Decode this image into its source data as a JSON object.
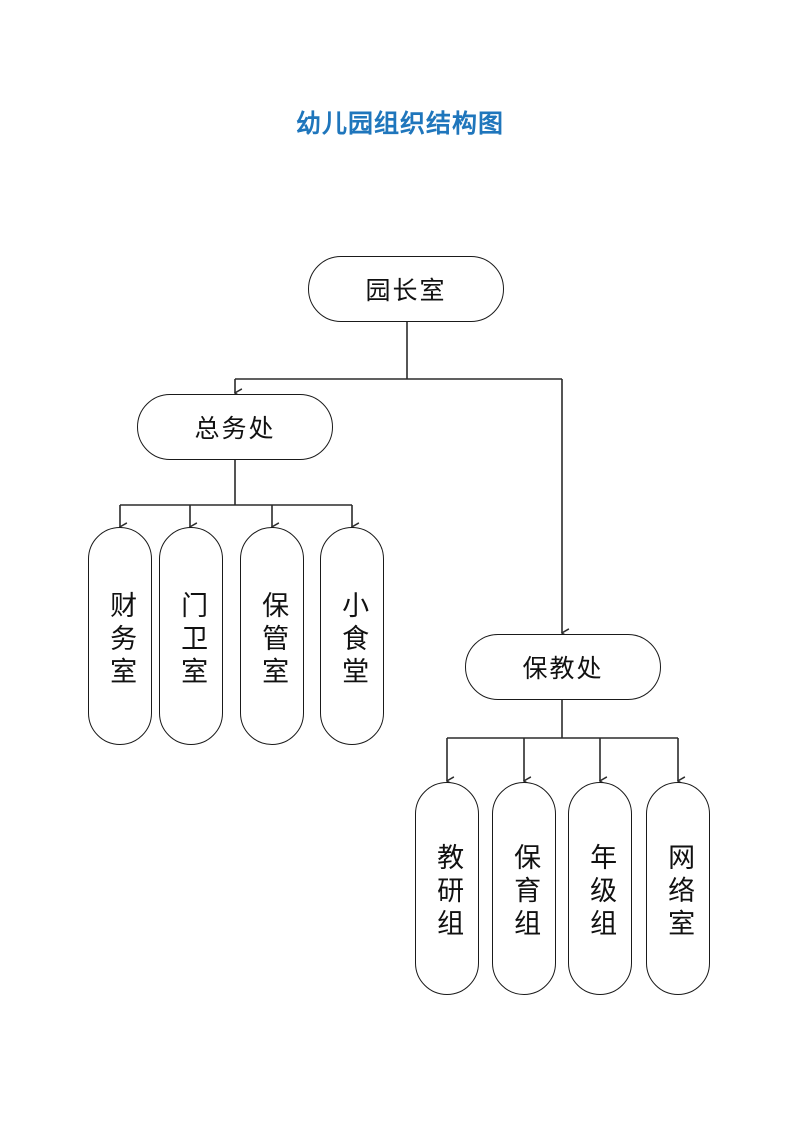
{
  "title": "幼儿园组织结构图",
  "colors": {
    "title": "#1f76bc",
    "node_border": "#1a1a1a",
    "node_fill": "#ffffff",
    "connector": "#2b2b2b",
    "background": "#ffffff"
  },
  "chart_data": {
    "type": "diagram",
    "subtype": "organization-chart",
    "title": "幼儿园组织结构图",
    "orientation": "top-down",
    "node_shape": "rounded-pill",
    "nodes": [
      {
        "id": "n0",
        "label": "园长室",
        "level": 0,
        "parent": null,
        "text_orientation": "horizontal"
      },
      {
        "id": "n1",
        "label": "总务处",
        "level": 1,
        "parent": "n0",
        "text_orientation": "horizontal"
      },
      {
        "id": "n2",
        "label": "保教处",
        "level": 1,
        "parent": "n0",
        "text_orientation": "horizontal"
      },
      {
        "id": "n3",
        "label": "财务室",
        "level": 2,
        "parent": "n1",
        "text_orientation": "vertical"
      },
      {
        "id": "n4",
        "label": "门卫室",
        "level": 2,
        "parent": "n1",
        "text_orientation": "vertical"
      },
      {
        "id": "n5",
        "label": "保管室",
        "level": 2,
        "parent": "n1",
        "text_orientation": "vertical"
      },
      {
        "id": "n6",
        "label": "小食堂",
        "level": 2,
        "parent": "n1",
        "text_orientation": "vertical"
      },
      {
        "id": "n7",
        "label": "教研组",
        "level": 2,
        "parent": "n2",
        "text_orientation": "vertical"
      },
      {
        "id": "n8",
        "label": "保育组",
        "level": 2,
        "parent": "n2",
        "text_orientation": "vertical"
      },
      {
        "id": "n9",
        "label": "年级组",
        "level": 2,
        "parent": "n2",
        "text_orientation": "vertical"
      },
      {
        "id": "n10",
        "label": "网络室",
        "level": 2,
        "parent": "n2",
        "text_orientation": "vertical"
      }
    ],
    "edges": [
      {
        "from": "n0",
        "to": "n1",
        "arrow": true
      },
      {
        "from": "n0",
        "to": "n2",
        "arrow": true
      },
      {
        "from": "n1",
        "to": "n3",
        "arrow": true
      },
      {
        "from": "n1",
        "to": "n4",
        "arrow": true
      },
      {
        "from": "n1",
        "to": "n5",
        "arrow": true
      },
      {
        "from": "n1",
        "to": "n6",
        "arrow": true
      },
      {
        "from": "n2",
        "to": "n7",
        "arrow": true
      },
      {
        "from": "n2",
        "to": "n8",
        "arrow": true
      },
      {
        "from": "n2",
        "to": "n9",
        "arrow": true
      },
      {
        "from": "n2",
        "to": "n10",
        "arrow": true
      }
    ]
  },
  "nodes": {
    "root": {
      "label": "园长室"
    },
    "branch_left": {
      "label": "总务处"
    },
    "branch_right": {
      "label": "保教处"
    },
    "left_children": [
      {
        "label": "财务室"
      },
      {
        "label": "门卫室"
      },
      {
        "label": "保管室"
      },
      {
        "label": "小食堂"
      }
    ],
    "right_children": [
      {
        "label": "教研组"
      },
      {
        "label": "保育组"
      },
      {
        "label": "年级组"
      },
      {
        "label": "网络室"
      }
    ]
  }
}
